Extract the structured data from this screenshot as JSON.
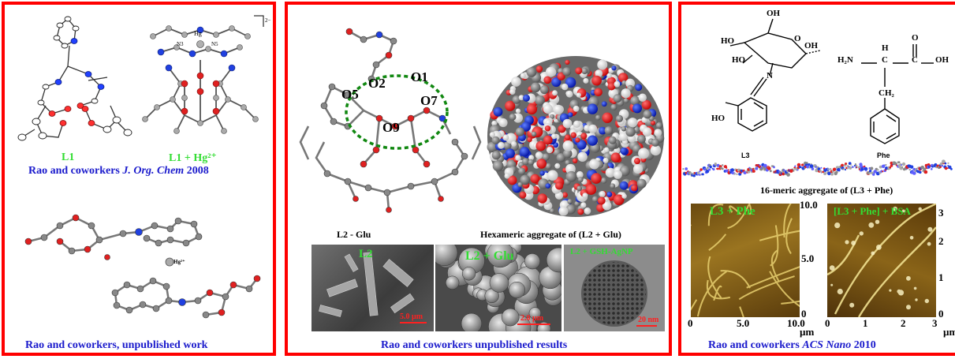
{
  "panel1": {
    "label_l1": "L1",
    "label_l1hg": "L1 + Hg²⁺",
    "charge": "2−",
    "hg_label": "Hg",
    "n3": "N3",
    "n5": "N5",
    "hg_small": "Hg²⁺",
    "citation_prefix": "Rao and coworkers",
    "citation_journal": "J. Org. Chem",
    "citation_year": "2008",
    "caption_bottom": "Rao and coworkers, unpublished work"
  },
  "panel2": {
    "o1": "O1",
    "o2": "O2",
    "o5": "O5",
    "o7": "O7",
    "o9": "O9",
    "caption_left": "L2 - Glu",
    "caption_right": "Hexameric aggregate of (L2 + Glu)",
    "sem1_label": "L2",
    "sem1_scale": "5.0 µm",
    "sem2_label": "L2 + Glu",
    "sem2_scale": "2.0 µm",
    "sem3_label": "L2 + GSH-AgNP",
    "sem3_scale": "20 nm",
    "caption_bottom": "Rao and coworkers unpublished results"
  },
  "panel3": {
    "ho1": "HO",
    "oh1": "OH",
    "ho2": "HO",
    "oh2": "OH",
    "o_ring": "O",
    "n_label": "N",
    "h2n": "H₂N",
    "h": "H",
    "c": "C",
    "c2": "C",
    "o_top": "O",
    "oh3": "OH",
    "ch2": "CH₂",
    "ho3": "HO",
    "label_l3": "L3",
    "label_phe": "Phe",
    "aggregate_caption": "16-meric aggregate of (L3 + Phe)",
    "afm1_label": "L3 + Phe",
    "afm2_label": "[L3 + Phe] + BSA",
    "afm1_xticks": [
      "0",
      "5.0",
      "10.0"
    ],
    "afm1_yticks": [
      "10.0",
      "5.0",
      "0"
    ],
    "afm2_xticks": [
      "0",
      "1",
      "2",
      "3"
    ],
    "afm2_yticks": [
      "3",
      "2",
      "1",
      "0"
    ],
    "unit": "µm",
    "citation_prefix": "Rao and coworkers",
    "citation_journal": "ACS Nano",
    "citation_year": "2010"
  }
}
